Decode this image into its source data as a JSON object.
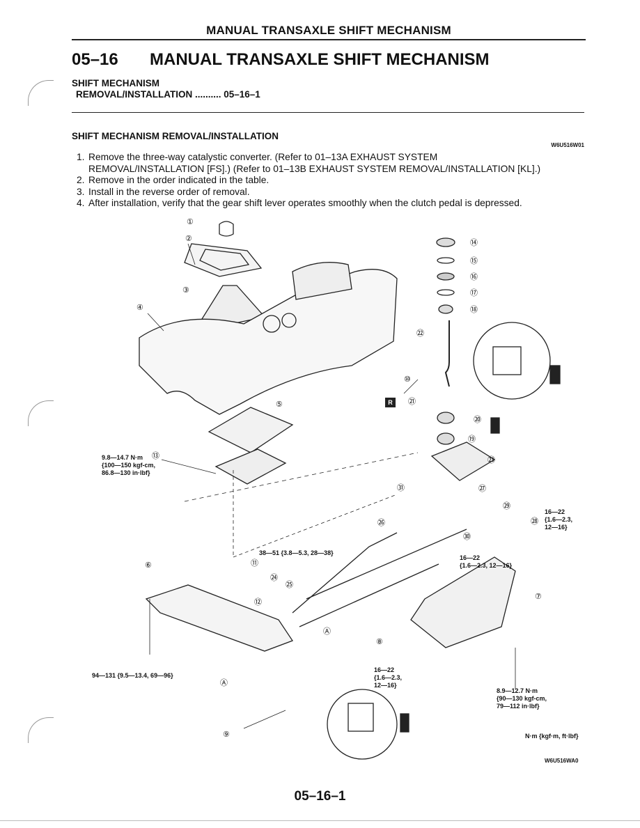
{
  "header": {
    "running_title": "MANUAL TRANSAXLE SHIFT MECHANISM"
  },
  "section": {
    "number": "05–16",
    "title": "MANUAL TRANSAXLE SHIFT MECHANISM"
  },
  "toc": {
    "group": "SHIFT MECHANISM",
    "entry": "REMOVAL/INSTALLATION .......... 05–16–1"
  },
  "procedure": {
    "title": "SHIFT MECHANISM REMOVAL/INSTALLATION",
    "code": "W6U516W01",
    "steps": [
      "Remove the three-way catalystic converter. (Refer to 01–13A EXHAUST SYSTEM",
      "REMOVAL/INSTALLATION [FS].) (Refer to 01–13B EXHAUST SYSTEM REMOVAL/INSTALLATION [KL].)",
      "Remove in the order indicated in the table.",
      "Install in the reverse order of removal.",
      "After installation, verify that the gear shift lever operates smoothly when the clutch pedal is depressed."
    ],
    "step_numbers": [
      "1.",
      "2.",
      "3.",
      "4."
    ]
  },
  "diagram": {
    "callouts": [
      "①",
      "②",
      "③",
      "④",
      "⑤",
      "⑥",
      "⑦",
      "⑧",
      "⑨",
      "⑩",
      "⑪",
      "⑫",
      "⑬",
      "⑭",
      "⑮",
      "⑯",
      "⑰",
      "⑱",
      "⑲",
      "⑳",
      "㉑",
      "㉒",
      "㉓",
      "㉔",
      "㉕",
      "㉖",
      "㉗",
      "㉘",
      "㉙",
      "㉚",
      "㉛",
      "Ⓐ"
    ],
    "r_badge": "R",
    "torque_13": "9.8—14.7 N·m\n{100—150 kgf-cm,\n86.8—130 in·lbf}",
    "torque_38": "38—51 {3.8—5.3, 28—38}",
    "torque_6": "94—131 {9.5—13.4, 69—96}",
    "torque_28": "16—22\n{1.6—2.3,\n12—16}",
    "torque_mid": "16—22\n{1.6—2.3, 12—16}",
    "torque_8": "16—22\n{1.6—2.3,\n12—16}",
    "torque_7": "8.9—12.7 N·m\n{90—130 kgf-cm,\n79—112 in·lbf}",
    "units_note": "N·m {kgf·m, ft·lbf}",
    "fig_code": "W6U516WA0"
  },
  "footer": {
    "page_number": "05–16–1"
  }
}
